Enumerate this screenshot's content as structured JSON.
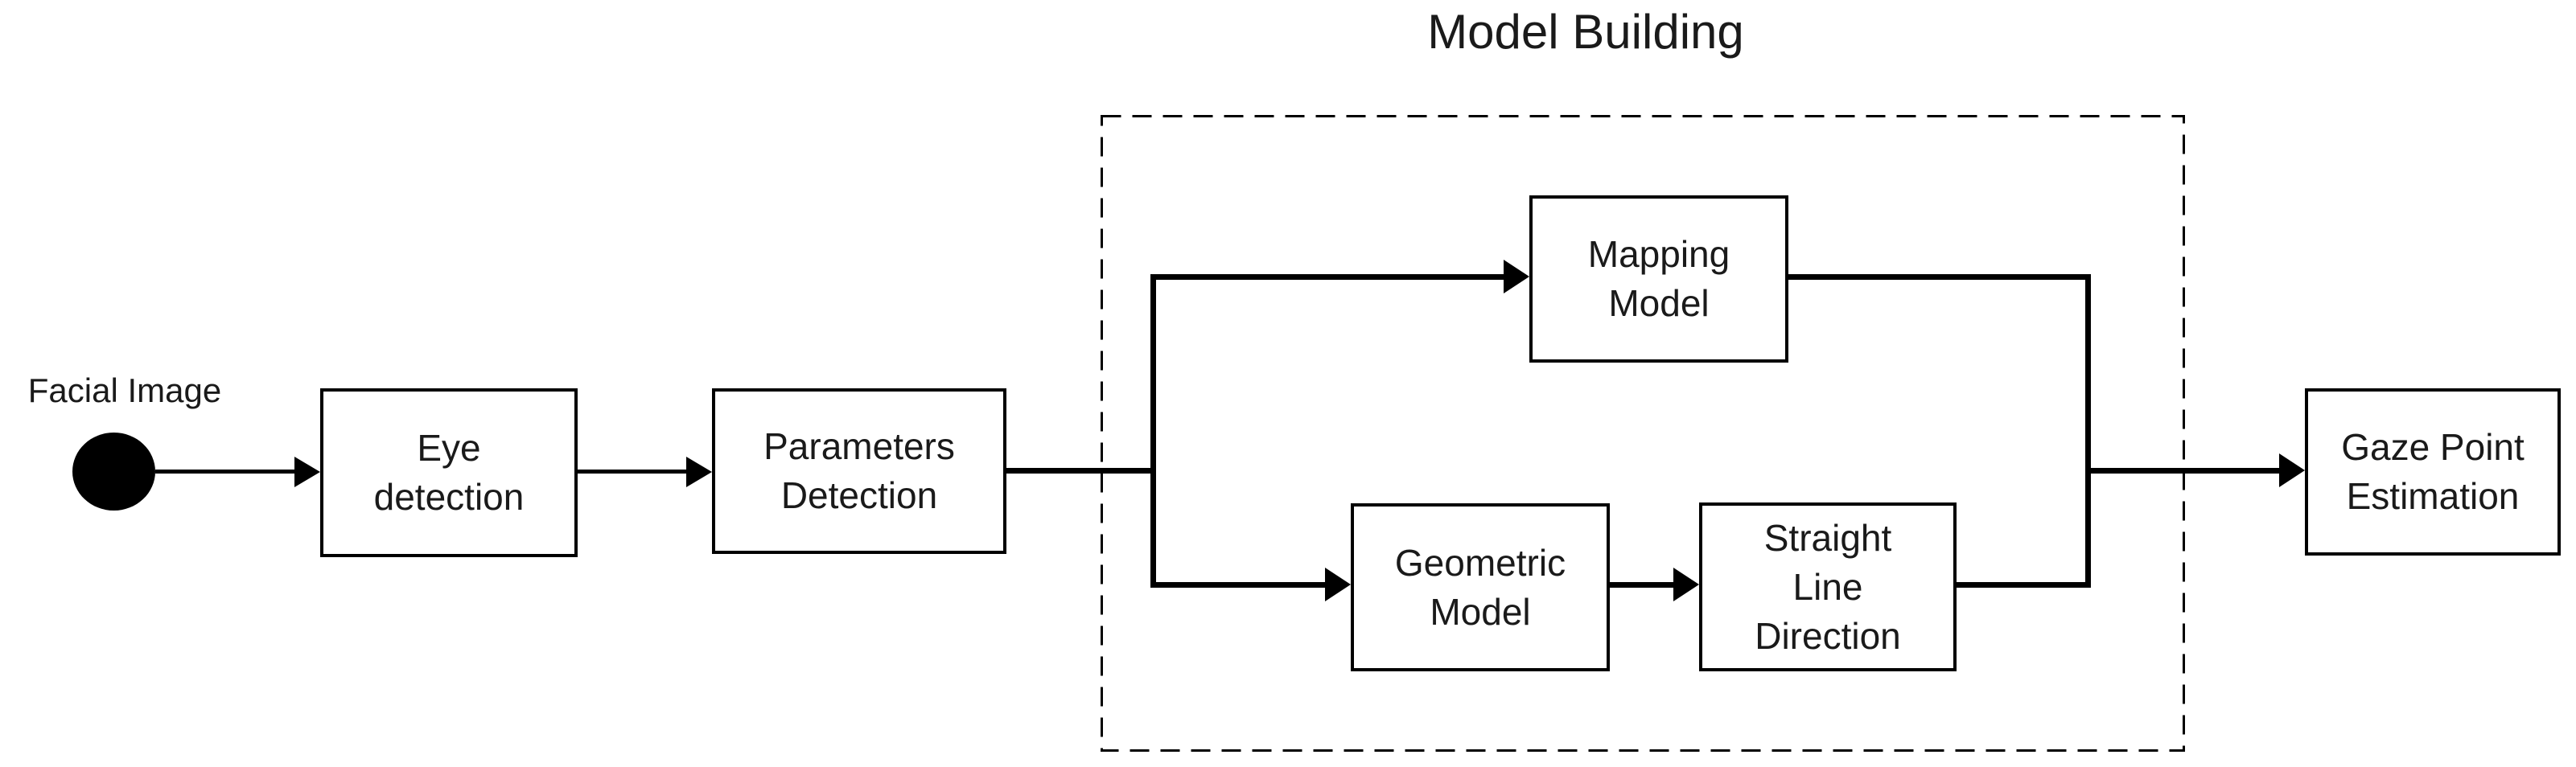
{
  "diagram": {
    "title": "Model Building",
    "start": {
      "label": "Facial Image"
    },
    "nodes": {
      "eye_detection": {
        "lines": [
          "Eye",
          "detection"
        ]
      },
      "parameters_detection": {
        "lines": [
          "Parameters",
          "Detection"
        ]
      },
      "mapping_model": {
        "lines": [
          "Mapping",
          "Model"
        ]
      },
      "geometric_model": {
        "lines": [
          "Geometric",
          "Model"
        ]
      },
      "straight_line_direction": {
        "lines": [
          "Straight",
          "Line",
          "Direction"
        ]
      },
      "gaze_point_estimation": {
        "lines": [
          "Gaze Point",
          "Estimation"
        ]
      }
    }
  },
  "colors": {
    "ink": "#000000",
    "text": "#1a1a1a",
    "paper": "#ffffff"
  }
}
